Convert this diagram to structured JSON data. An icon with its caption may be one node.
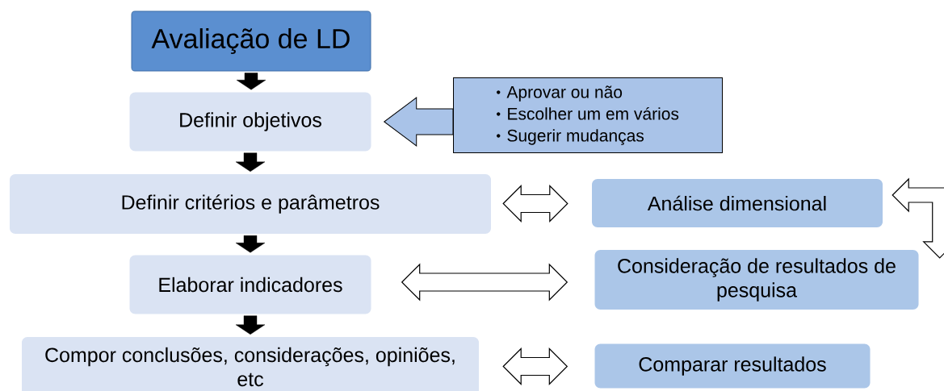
{
  "diagram": {
    "nodes": [
      {
        "text": [
          "Avaliação de LD"
        ]
      },
      {
        "text": [
          "Definir objetivos"
        ]
      },
      {
        "text": [
          "Aprovar ou não",
          "Escolher um em vários",
          "Sugerir mudanças"
        ]
      },
      {
        "text": [
          "Definir critérios e parâmetros"
        ]
      },
      {
        "text": [
          "Elaborar indicadores"
        ]
      },
      {
        "text": [
          "Compor conclusões, considerações, opiniões, etc"
        ]
      },
      {
        "text": [
          "Análise dimensional"
        ]
      },
      {
        "text": [
          "Consideração de resultados de pesquisa"
        ]
      },
      {
        "text": [
          "Comparar resultados"
        ]
      }
    ],
    "edges": [
      {
        "from": 0,
        "to": 1,
        "arrow": "to"
      },
      {
        "from": 1,
        "to": 3,
        "arrow": "to"
      },
      {
        "from": 3,
        "to": 4,
        "arrow": "to"
      },
      {
        "from": 4,
        "to": 5,
        "arrow": "to"
      },
      {
        "from": 2,
        "to": 1,
        "arrow": "to"
      },
      {
        "from": 3,
        "to": 6,
        "arrow": "both"
      },
      {
        "from": 4,
        "to": 7,
        "arrow": "both"
      },
      {
        "from": 5,
        "to": 8,
        "arrow": "both"
      },
      {
        "from": 6,
        "to": 7,
        "arrow": "both"
      }
    ]
  }
}
